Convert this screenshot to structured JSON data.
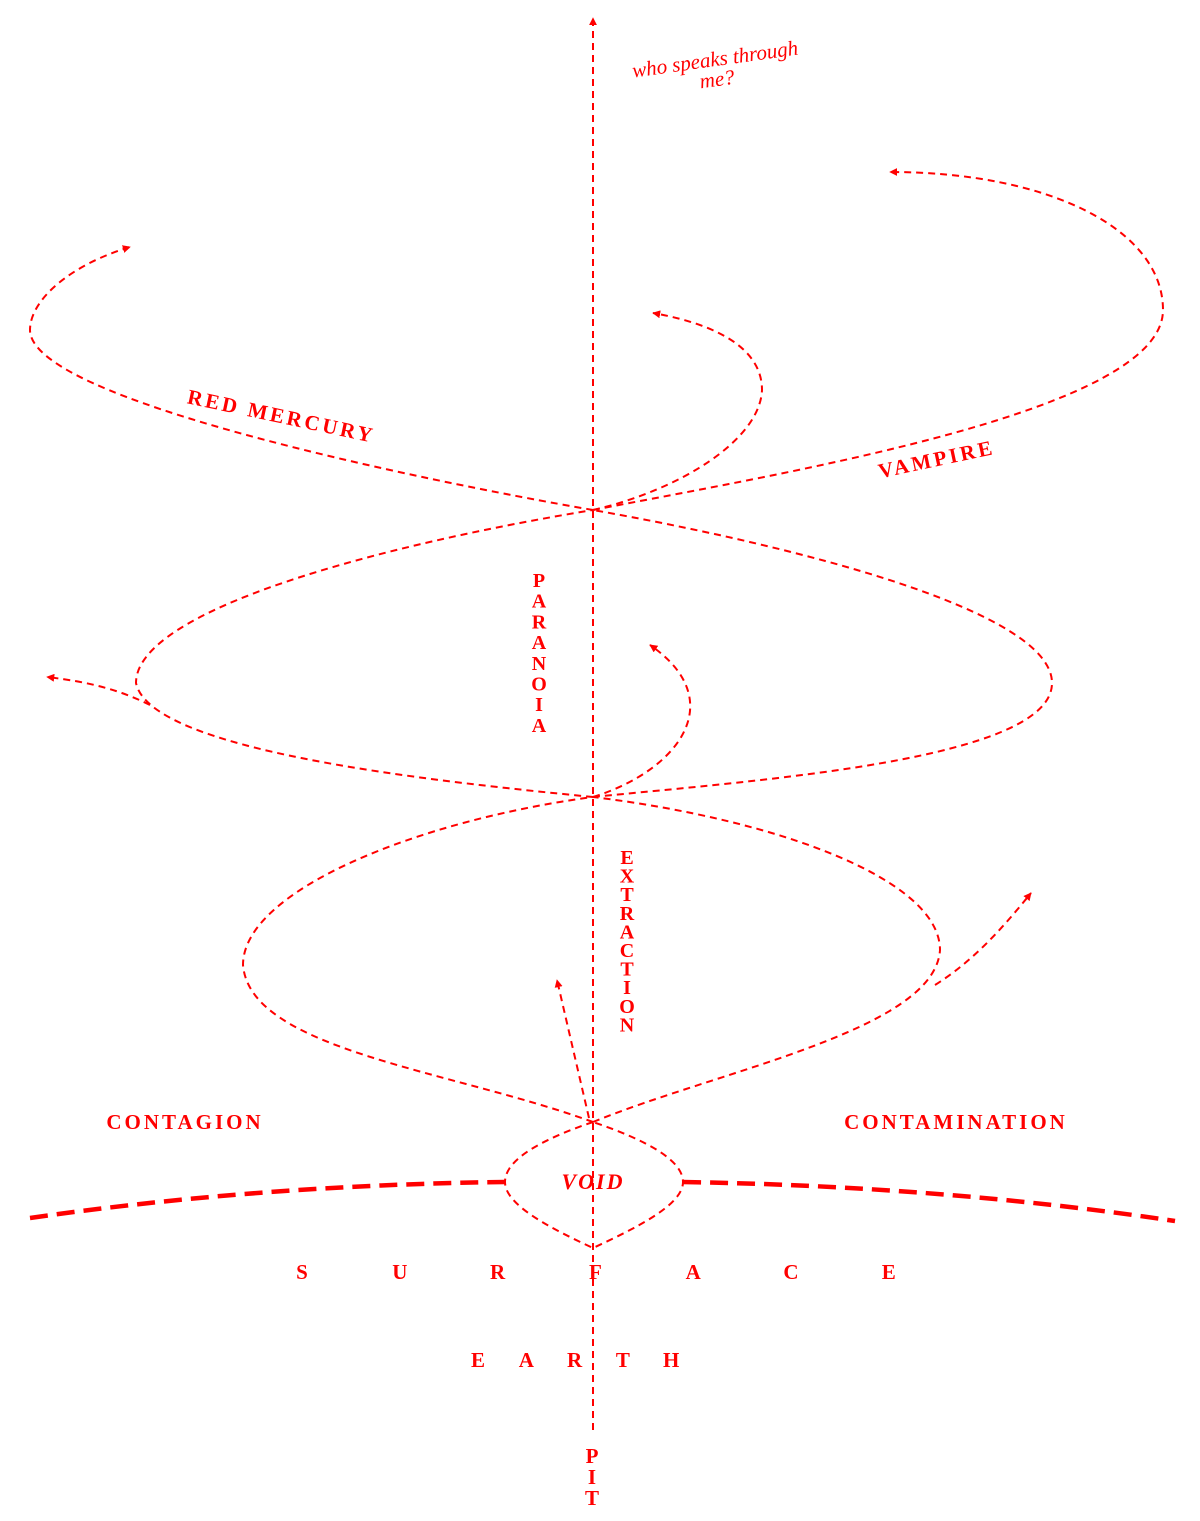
{
  "diagram": {
    "accent_color": "#ff0000",
    "labels": {
      "top_question_line1": "who speaks through",
      "top_question_line2": "me?",
      "red_mercury": "RED MERCURY",
      "vampire": "VAMPIRE",
      "paranoia": "PARANOIA",
      "extraction": "EXTRACTION",
      "contagion": "CONTAGION",
      "contamination": "CONTAMINATION",
      "void": "VOID",
      "surface": "SURFACE",
      "earth": "EARTH",
      "pit": "PIT"
    }
  }
}
